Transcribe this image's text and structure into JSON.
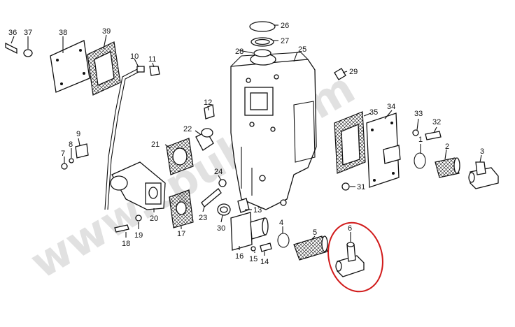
{
  "watermark": "www.tpub.com",
  "highlight": {
    "part": "6",
    "color": "#d11a1a"
  },
  "parts": [
    "2",
    "3",
    "4",
    "5",
    "6",
    "7",
    "8",
    "9",
    "10",
    "11",
    "12",
    "13",
    "14",
    "15",
    "16",
    "17",
    "18",
    "19",
    "20",
    "21",
    "22",
    "23",
    "24",
    "25",
    "26",
    "27",
    "28",
    "29",
    "30",
    "31",
    "32",
    "33",
    "34",
    "35",
    "36",
    "37",
    "38",
    "39"
  ]
}
